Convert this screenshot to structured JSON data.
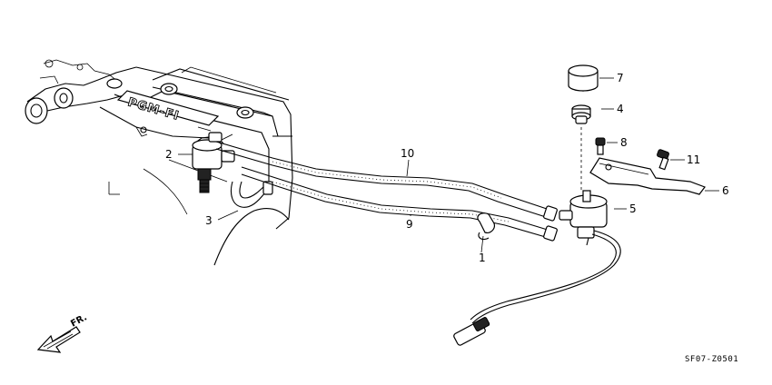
{
  "diagram": {
    "engine_marking": "PGM-FI",
    "direction_label": "FR.",
    "drawing_code": "SF07-Z0501",
    "callouts": [
      {
        "id": "c1",
        "number": "1"
      },
      {
        "id": "c2",
        "number": "2"
      },
      {
        "id": "c3",
        "number": "3"
      },
      {
        "id": "c4",
        "number": "4"
      },
      {
        "id": "c5",
        "number": "5"
      },
      {
        "id": "c6",
        "number": "6"
      },
      {
        "id": "c7",
        "number": "7"
      },
      {
        "id": "c8",
        "number": "8"
      },
      {
        "id": "c9",
        "number": "9"
      },
      {
        "id": "c10",
        "number": "10"
      },
      {
        "id": "c11",
        "number": "11"
      }
    ]
  }
}
